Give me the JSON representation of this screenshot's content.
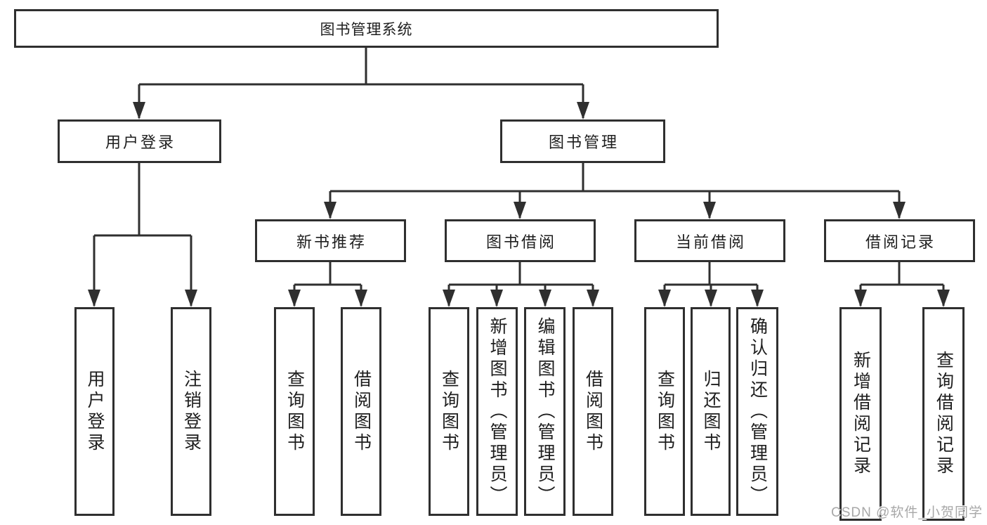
{
  "diagram": {
    "root": {
      "label": "图书管理系统"
    },
    "level2": [
      {
        "label": "用户登录",
        "children": [
          "用户登录",
          "注销登录"
        ]
      },
      {
        "label": "图书管理",
        "children": [
          {
            "label": "新书推荐",
            "children": [
              "查询图书",
              "借阅图书"
            ]
          },
          {
            "label": "图书借阅",
            "children": [
              "查询图书",
              "新增图书（管理员）",
              "编辑图书（管理员）",
              "借阅图书"
            ]
          },
          {
            "label": "当前借阅",
            "children": [
              "查询图书",
              "归还图书",
              "确认归还（管理员）"
            ]
          },
          {
            "label": "借阅记录",
            "children": [
              "新增借阅记录",
              "查询借阅记录"
            ]
          }
        ]
      }
    ]
  },
  "watermark": {
    "text": "CSDN @软件_小贺同学"
  },
  "colors": {
    "line": "#2f2f2f",
    "text": "#1e1e1e",
    "watermark": "#a8a8a8",
    "background": "#ffffff"
  }
}
